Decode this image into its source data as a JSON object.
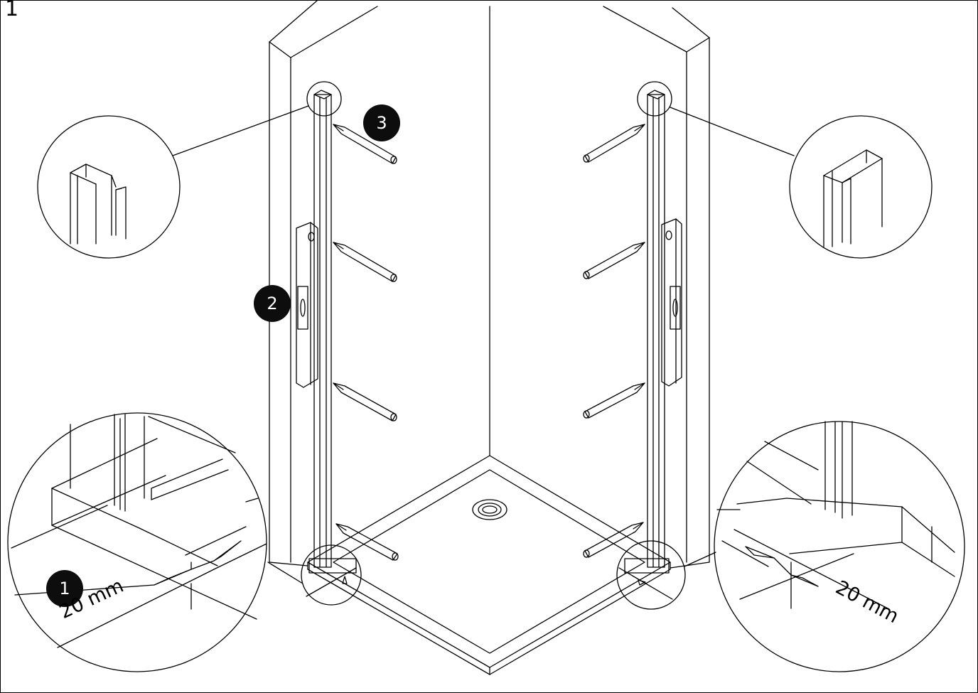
{
  "step_number": "1",
  "callouts": [
    "1",
    "2",
    "3"
  ],
  "dimensions": {
    "left": "20 mm",
    "right": "20 mm"
  },
  "colors": {
    "line": "#000000",
    "background": "#ffffff",
    "callout": "#0d0d0d"
  }
}
